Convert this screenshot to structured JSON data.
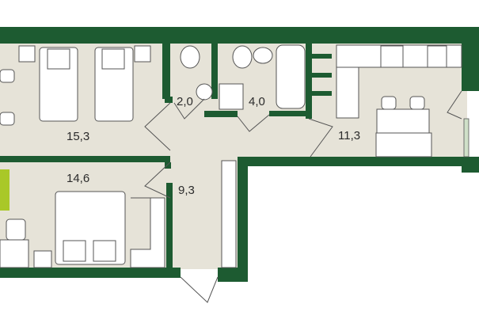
{
  "colors": {
    "wall": "#1d5b31",
    "floor": "#e6e3d8",
    "accent": "#a9c828"
  },
  "rooms": [
    {
      "id": "bedroom-1",
      "area": "15,3"
    },
    {
      "id": "bedroom-2",
      "area": "14,6"
    },
    {
      "id": "toilet",
      "area": "2,0"
    },
    {
      "id": "bathroom",
      "area": "4,0"
    },
    {
      "id": "hallway",
      "area": "9,3"
    },
    {
      "id": "kitchen",
      "area": "11,3"
    }
  ]
}
